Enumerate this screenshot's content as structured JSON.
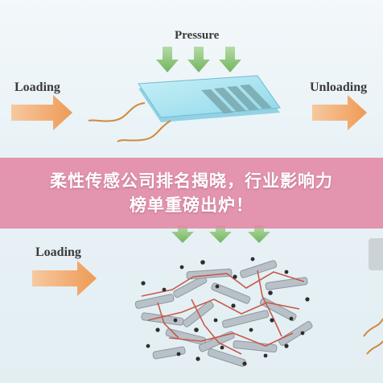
{
  "diagram": {
    "top_panel": {
      "pressure_label": "Pressure",
      "loading_label": "Loading",
      "unloading_label": "Unloading"
    },
    "bottom_panel": {
      "loading_label": "Loading"
    }
  },
  "banner": {
    "line1": "柔性传感公司排名揭晓，行业影响力",
    "line2": "榜单重磅出炉！"
  },
  "colors": {
    "arrow_orange": "#f0a468",
    "arrow_green": "#8ec57a",
    "banner_pink": "#e286a4",
    "sensor_cyan": "#a6e4f0",
    "wire_orange": "#d08a3a"
  }
}
